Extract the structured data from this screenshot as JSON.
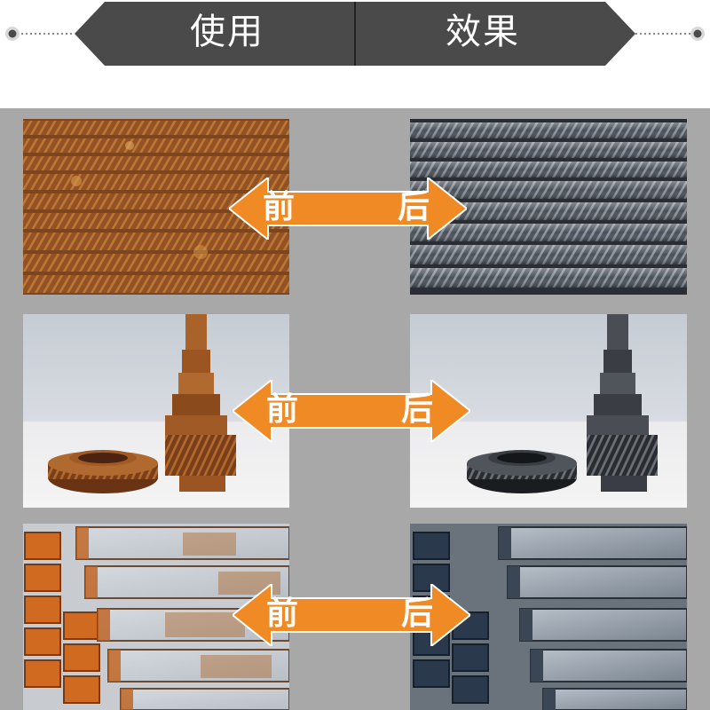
{
  "header": {
    "left_title": "使用",
    "right_title": "效果"
  },
  "comparisons": [
    {
      "subject": "rebar",
      "before_label": "前",
      "after_label": "后"
    },
    {
      "subject": "gear",
      "before_label": "前",
      "after_label": "后"
    },
    {
      "subject": "channel-steel",
      "before_label": "前",
      "after_label": "后"
    }
  ],
  "colors": {
    "banner": "#4a4a4a",
    "arrow": "#f08a24",
    "background": "#a8a8a8",
    "rust": "#9a5a2a",
    "steel": "#5a6068"
  }
}
